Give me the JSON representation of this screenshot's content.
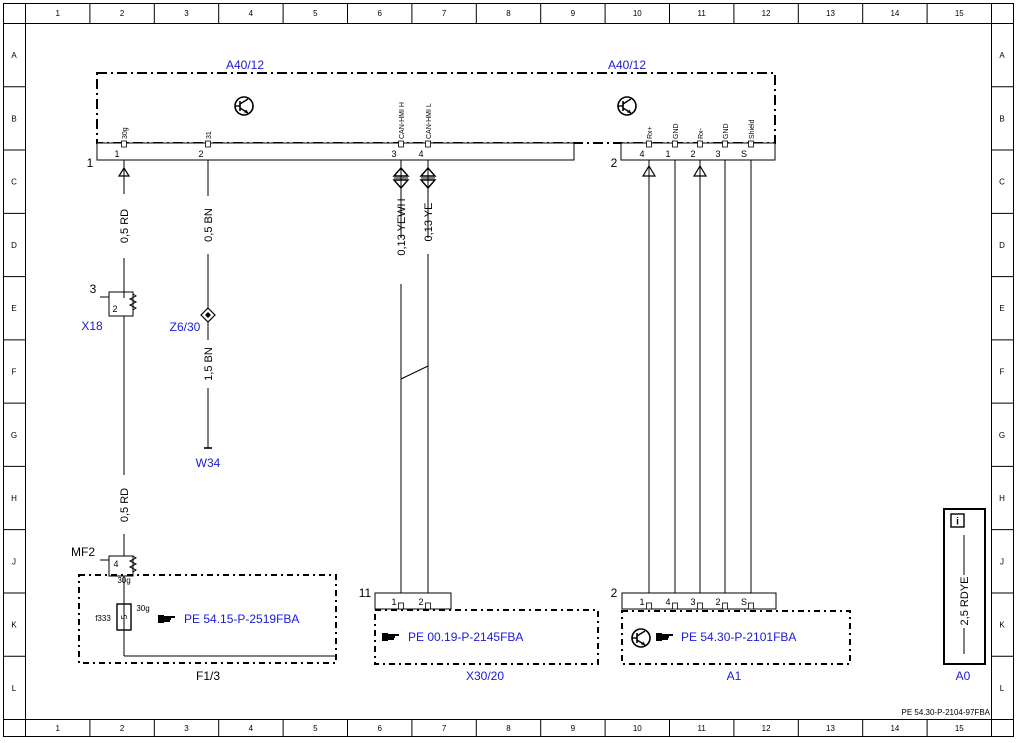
{
  "border": {
    "columns": [
      "1",
      "2",
      "3",
      "4",
      "5",
      "6",
      "7",
      "8",
      "9",
      "10",
      "11",
      "12",
      "13",
      "14",
      "15"
    ],
    "rows": [
      "A",
      "B",
      "C",
      "D",
      "E",
      "F",
      "G",
      "H",
      "J",
      "K",
      "L"
    ],
    "footer_code": "PE 54.30-P-2104-97FBA"
  },
  "components": {
    "module_left_label": "A40/12",
    "module_right_label": "A40/12",
    "connector1_number": "1",
    "connector2_number": "2",
    "x18_label": "X18",
    "x18_terminal": "3",
    "x18_pin": "2",
    "z6_label": "Z6/30",
    "w34_label": "W34",
    "mf2_label": "MF2",
    "mf2_pin": "4",
    "fuse_box_label": "F1/3",
    "fuse_terminal_top": "30g",
    "fuse_terminal_side": "30g",
    "fuse_id": "f333",
    "fuse_rating": "5",
    "x30_label": "X30/20",
    "x30_connector": "11",
    "a1_label": "A1",
    "a1_connector": "2",
    "a0_label": "A0",
    "a0_info_icon": "i",
    "a0_wire": "2,5 RDYE"
  },
  "pins_conn1": [
    {
      "num": "1",
      "name": "30g"
    },
    {
      "num": "2",
      "name": "31"
    },
    {
      "num": "3",
      "name": "CAN-HMI H"
    },
    {
      "num": "4",
      "name": "CAN-HMI L"
    }
  ],
  "pins_conn2": [
    {
      "num": "4",
      "name": "Rx+"
    },
    {
      "num": "1",
      "name": "GND"
    },
    {
      "num": "2",
      "name": "Rx-"
    },
    {
      "num": "3",
      "name": "GND"
    },
    {
      "num": "S",
      "name": "Shield"
    }
  ],
  "x30_pins": [
    "1",
    "2"
  ],
  "a1_pins": [
    "1",
    "4",
    "3",
    "2",
    "S"
  ],
  "wires": {
    "w1_upper": "0,5 RD",
    "w1_lower": "0,5 RD",
    "w2_upper": "0,5 BN",
    "w2_lower": "1,5 BN",
    "w3": "0,13 YEWH",
    "w4": "0,13 YE"
  },
  "references": {
    "fuse_ref": "PE 54.15-P-2519FBA",
    "x30_ref": "PE 00.19-P-2145FBA",
    "a1_ref": "PE 54.30-P-2101FBA"
  },
  "icons": {
    "transistor": "transistor-symbol-icon",
    "pointing_hand": "pointing-hand-icon",
    "info": "info-box-icon",
    "splice": "splice-diamond-icon",
    "ground": "ground-terminal-icon"
  }
}
